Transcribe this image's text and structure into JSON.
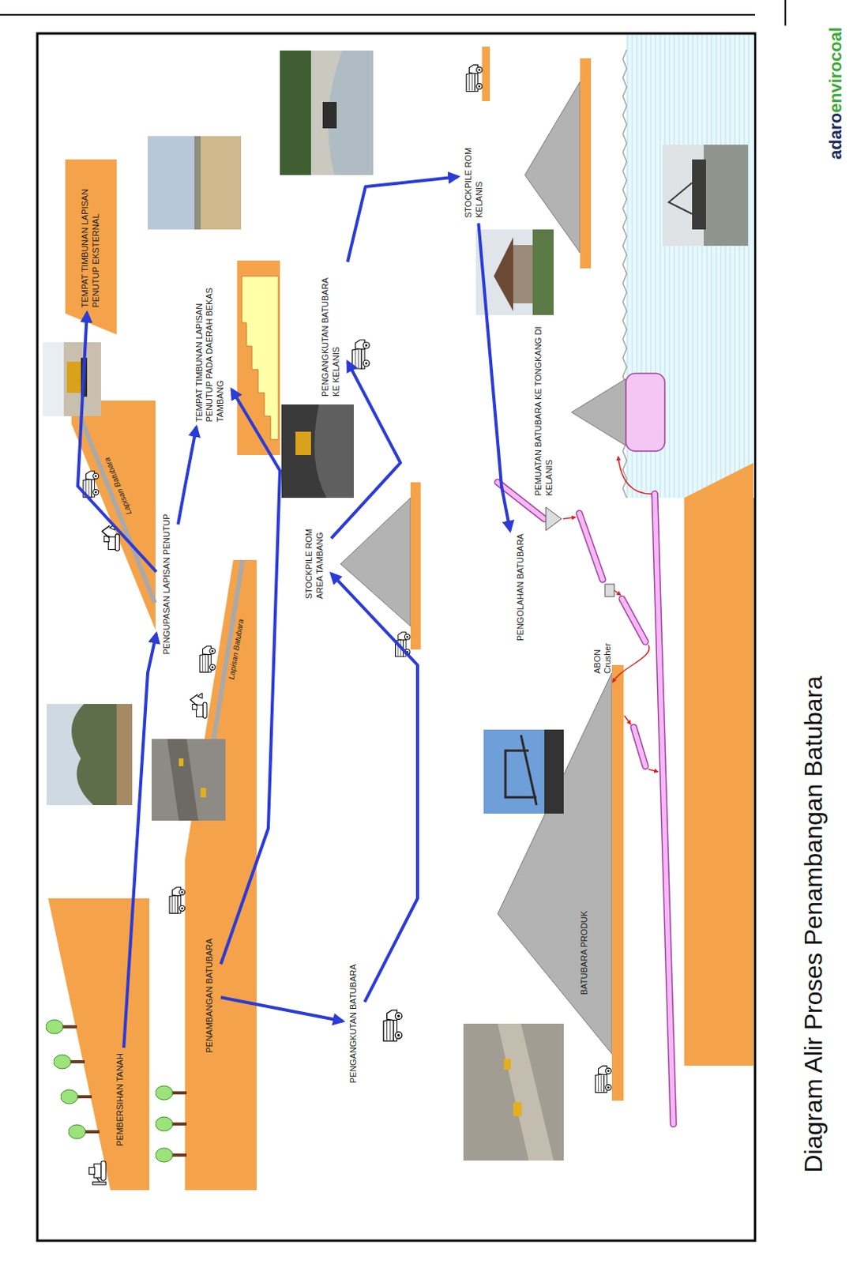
{
  "diagram": {
    "title": "Diagram Alir Proses Penambangan Batubara",
    "nodes": [
      {
        "text": [
          "PEMBERSIHAN TANAH"
        ]
      },
      {
        "text": [
          "PENGUPASAN LAPISAN PENUTUP"
        ]
      },
      {
        "text": [
          "TEMPAT TIMBUNAN LAPISAN PENUTUP EKSTERNAL"
        ]
      },
      {
        "text": [
          "PENAMBANGAN BATUBARA"
        ]
      },
      {
        "text": [
          "TEMPAT TIMBUNAN LAPISAN PENUTUP PADA DAERAH BEKAS TAMBANG"
        ]
      },
      {
        "text": [
          "STOCKPILE ROM AREA TAMBANG"
        ]
      },
      {
        "text": [
          "PENGANGKUTAN BATUBARA"
        ]
      },
      {
        "text": [
          "PENGANGKUTAN BATUBARA KE KELANIS"
        ]
      },
      {
        "text": [
          "STOCKPILE ROM KELANIS"
        ]
      },
      {
        "text": [
          "PENGOLAHAN BATUBARA"
        ]
      },
      {
        "text": [
          "BATUBARA PRODUK"
        ]
      },
      {
        "text": [
          "PEMUATAN BATUBARA KE TONGKANG DI KELANIS"
        ]
      }
    ],
    "edges": [
      {
        "from": 0,
        "to": 1,
        "arrow": "to"
      },
      {
        "from": 1,
        "to": 2,
        "arrow": "to"
      },
      {
        "from": 1,
        "to": 4,
        "arrow": "to"
      },
      {
        "from": 3,
        "to": 4,
        "arrow": "to"
      },
      {
        "from": 3,
        "to": 6,
        "arrow": "to"
      },
      {
        "from": 6,
        "to": 5,
        "arrow": "to"
      },
      {
        "from": 5,
        "to": 7,
        "arrow": "to"
      },
      {
        "from": 7,
        "to": 8,
        "arrow": "to"
      },
      {
        "from": 8,
        "to": 9,
        "arrow": "to"
      }
    ],
    "labels": [
      "Lapisan Batubara",
      "Lapisan Batubara",
      "ABON Crusher",
      "adaro",
      "envirocoal"
    ]
  }
}
